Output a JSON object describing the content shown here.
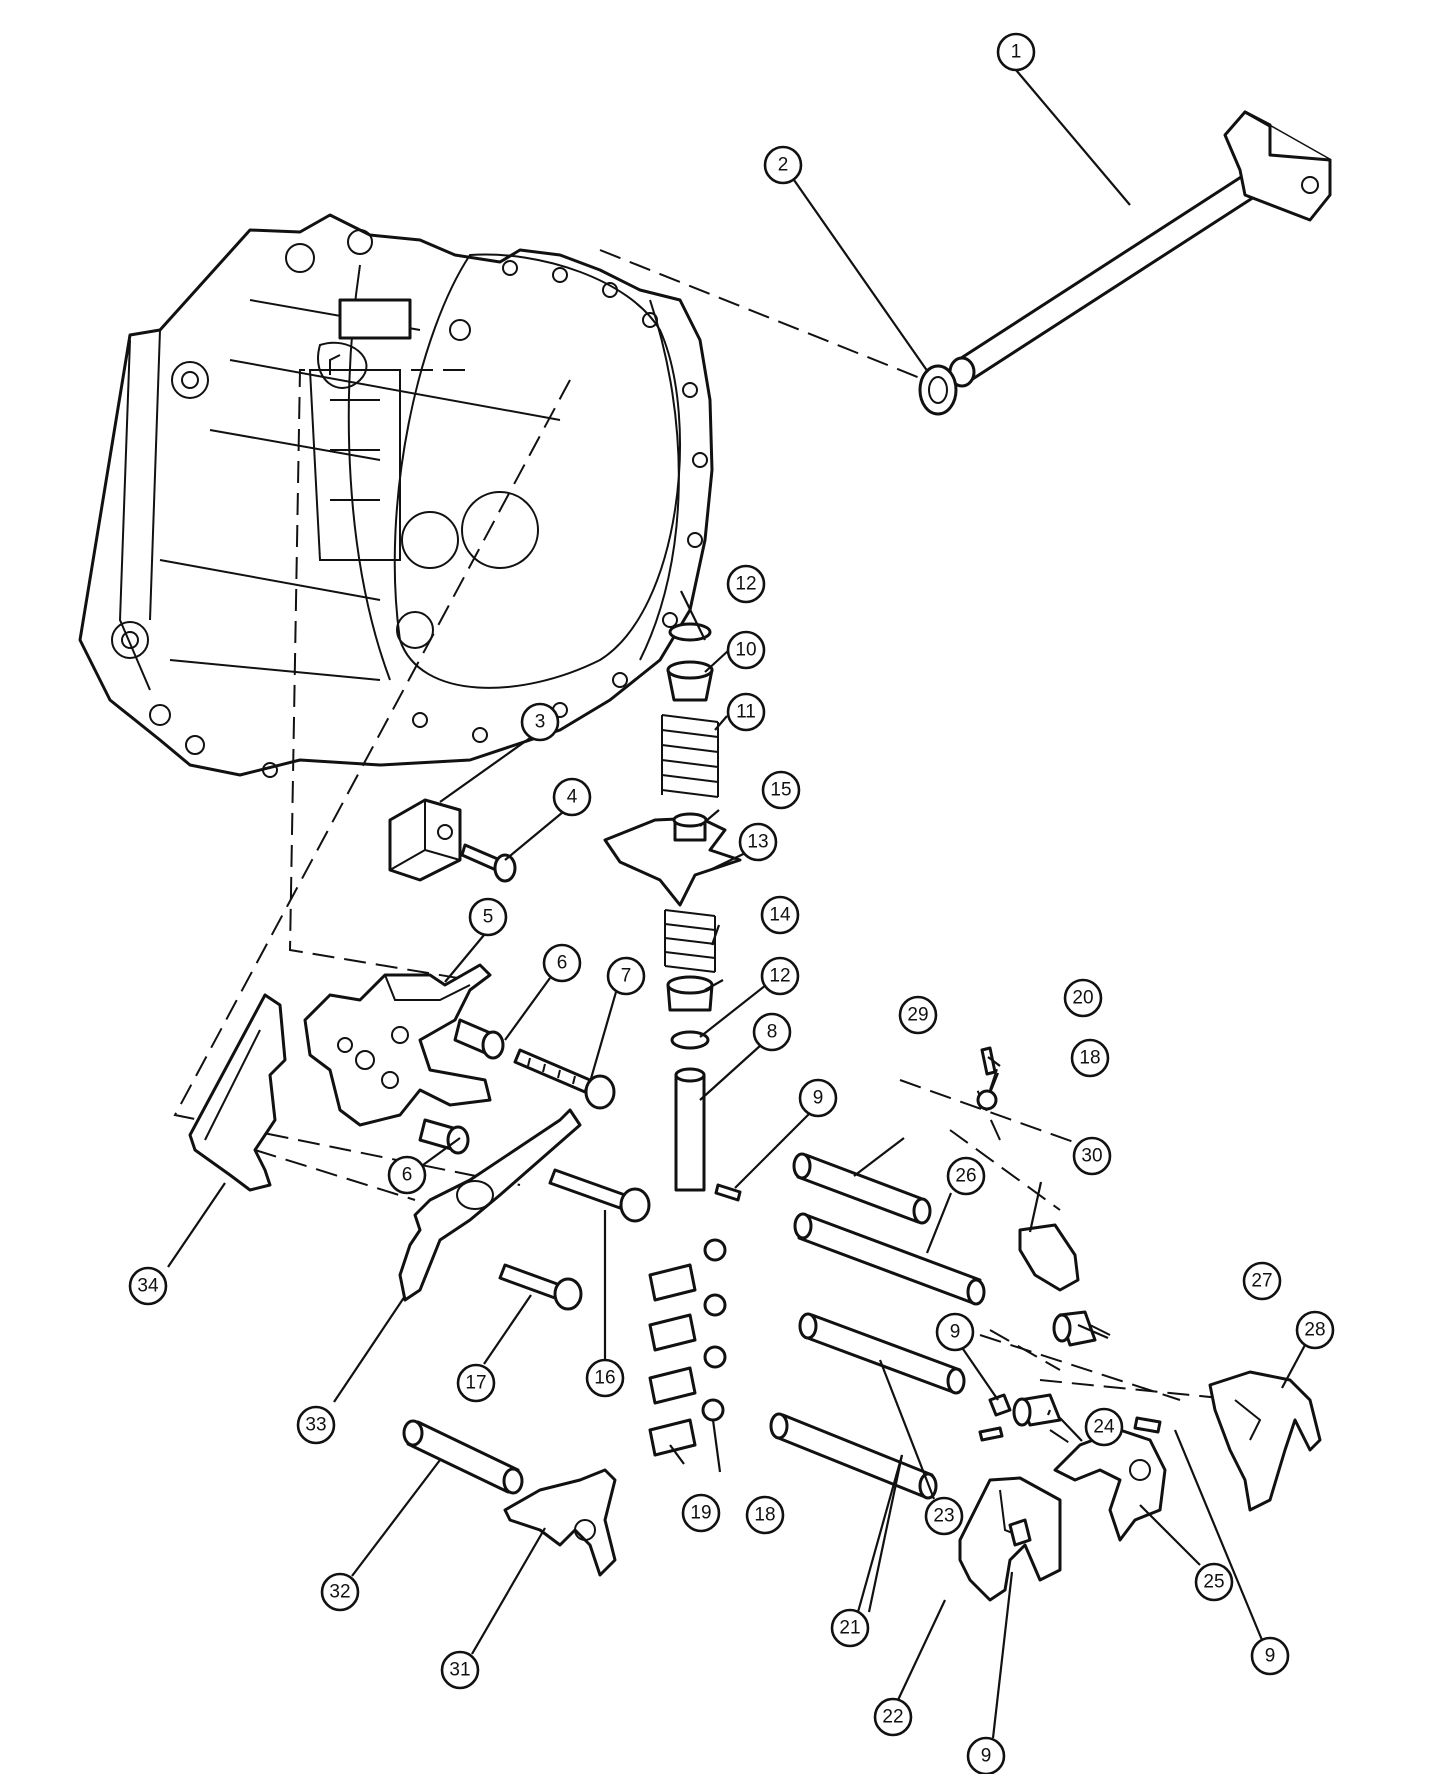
{
  "callouts": [
    {
      "key": "c1",
      "label": "1"
    },
    {
      "key": "c2",
      "label": "2"
    },
    {
      "key": "c3",
      "label": "3"
    },
    {
      "key": "c4",
      "label": "4"
    },
    {
      "key": "c5",
      "label": "5"
    },
    {
      "key": "c6a",
      "label": "6"
    },
    {
      "key": "c6b",
      "label": "6"
    },
    {
      "key": "c7",
      "label": "7"
    },
    {
      "key": "c8",
      "label": "8"
    },
    {
      "key": "c9a",
      "label": "9"
    },
    {
      "key": "c9b",
      "label": "9"
    },
    {
      "key": "c9c",
      "label": "9"
    },
    {
      "key": "c9d",
      "label": "9"
    },
    {
      "key": "c10",
      "label": "10"
    },
    {
      "key": "c11",
      "label": "11"
    },
    {
      "key": "c12a",
      "label": "12"
    },
    {
      "key": "c12b",
      "label": "12"
    },
    {
      "key": "c13",
      "label": "13"
    },
    {
      "key": "c14",
      "label": "14"
    },
    {
      "key": "c15",
      "label": "15"
    },
    {
      "key": "c16",
      "label": "16"
    },
    {
      "key": "c17",
      "label": "17"
    },
    {
      "key": "c18a",
      "label": "18"
    },
    {
      "key": "c18b",
      "label": "18"
    },
    {
      "key": "c19",
      "label": "19"
    },
    {
      "key": "c20",
      "label": "20"
    },
    {
      "key": "c21",
      "label": "21"
    },
    {
      "key": "c22",
      "label": "22"
    },
    {
      "key": "c23",
      "label": "23"
    },
    {
      "key": "c24",
      "label": "24"
    },
    {
      "key": "c25",
      "label": "25"
    },
    {
      "key": "c26",
      "label": "26"
    },
    {
      "key": "c27",
      "label": "27"
    },
    {
      "key": "c28",
      "label": "28"
    },
    {
      "key": "c29",
      "label": "29"
    },
    {
      "key": "c30",
      "label": "30"
    },
    {
      "key": "c31",
      "label": "31"
    },
    {
      "key": "c32",
      "label": "32"
    },
    {
      "key": "c33",
      "label": "33"
    },
    {
      "key": "c34",
      "label": "34"
    }
  ]
}
